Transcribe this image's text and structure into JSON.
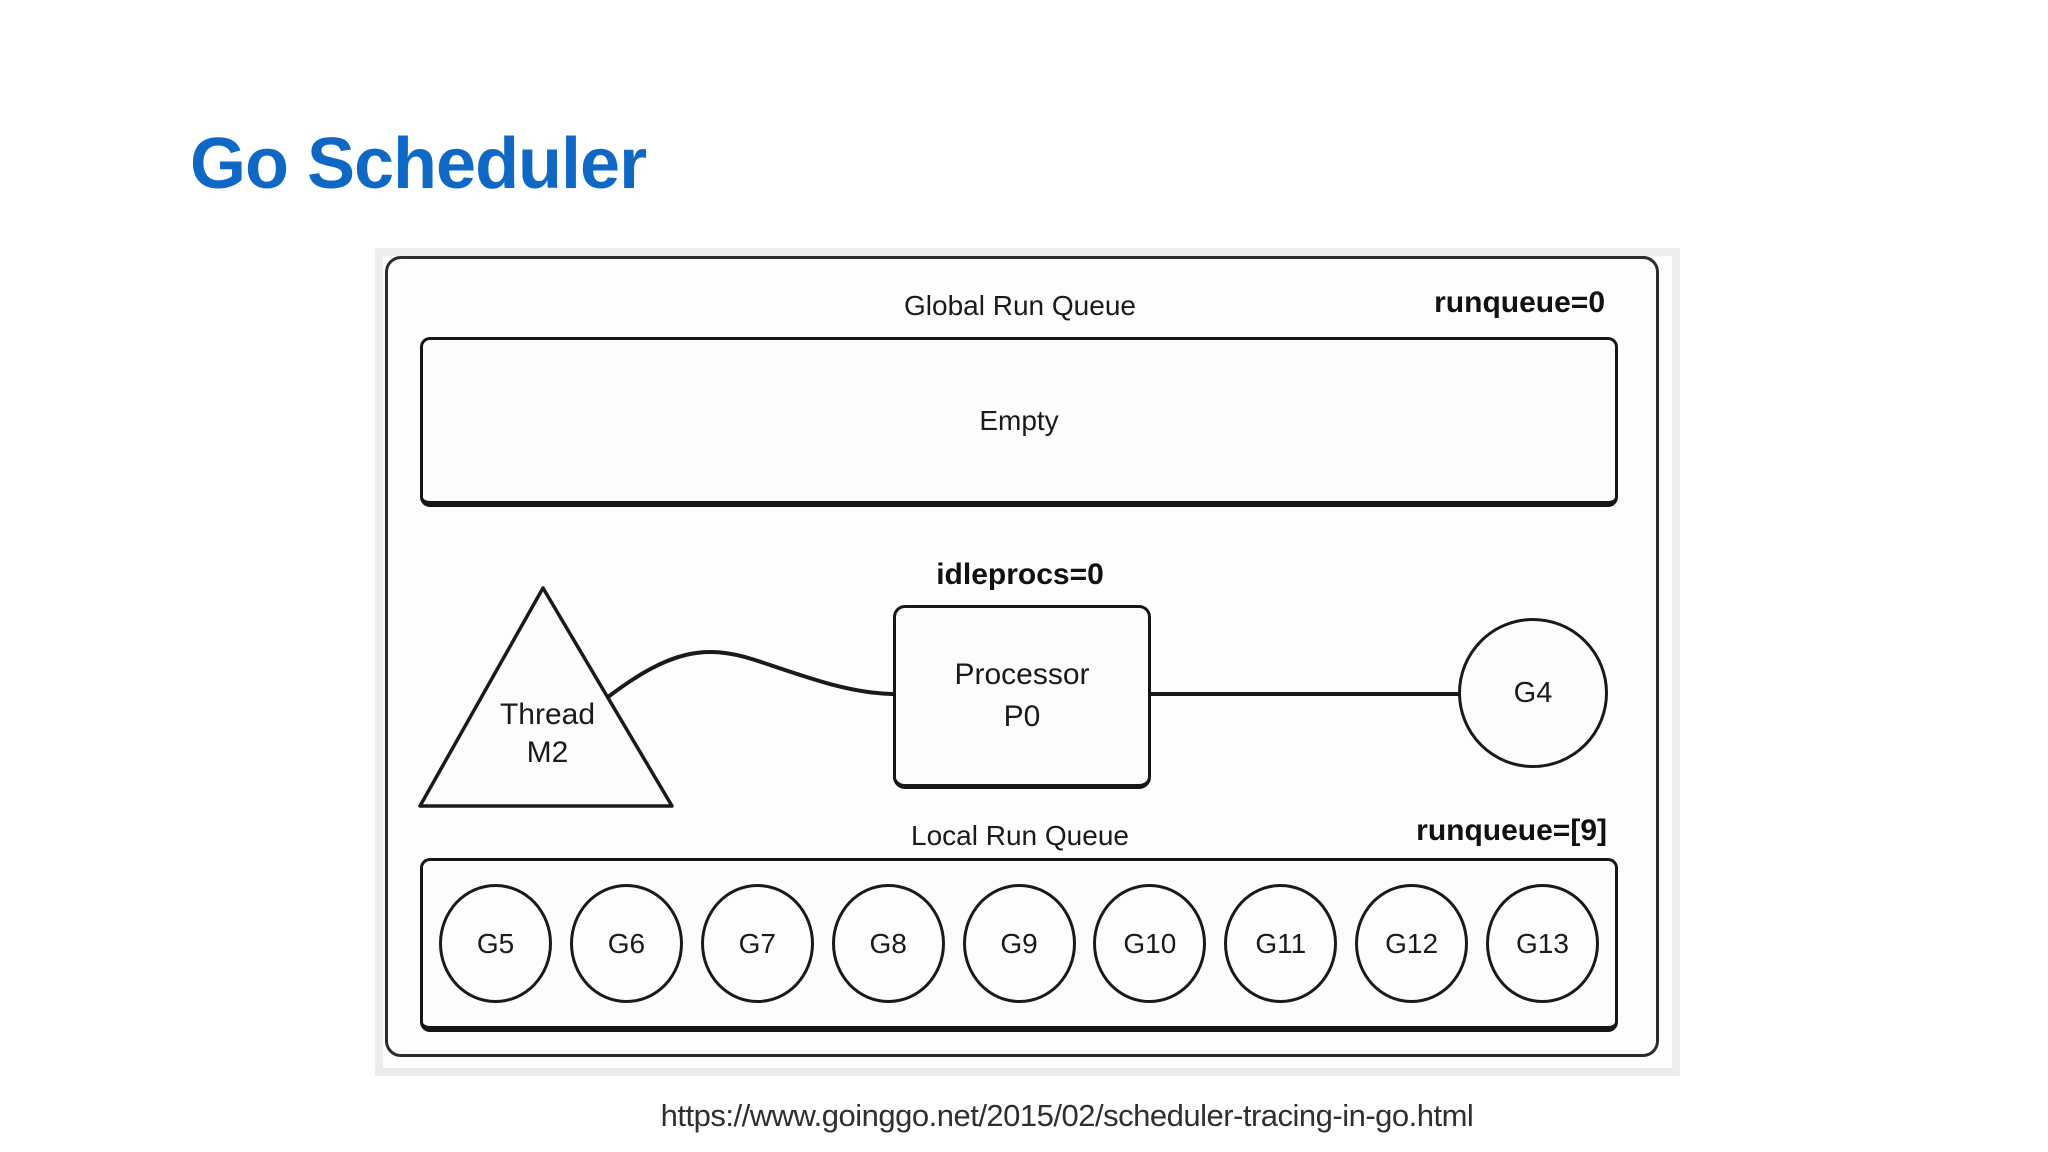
{
  "slide": {
    "title": "Go Scheduler",
    "source_url": "https://www.goinggo.net/2015/02/scheduler-tracing-in-go.html"
  },
  "colors": {
    "title_blue": "#0f68c4",
    "diagram_stroke": "#1a1a1a",
    "shape_fill": "#fcfcfd",
    "figure_edge": "#ececef"
  },
  "diagram": {
    "global_queue": {
      "label": "Global Run Queue",
      "stat": "runqueue=0",
      "content": "Empty"
    },
    "processor_row": {
      "stat": "idleprocs=0",
      "thread": {
        "line1": "Thread",
        "line2": "M2"
      },
      "processor": {
        "line1": "Processor",
        "line2": "P0"
      },
      "running_goroutine": "G4"
    },
    "local_queue": {
      "label": "Local Run Queue",
      "stat": "runqueue=[9]",
      "goroutines": [
        "G5",
        "G6",
        "G7",
        "G8",
        "G9",
        "G10",
        "G11",
        "G12",
        "G13"
      ]
    }
  }
}
